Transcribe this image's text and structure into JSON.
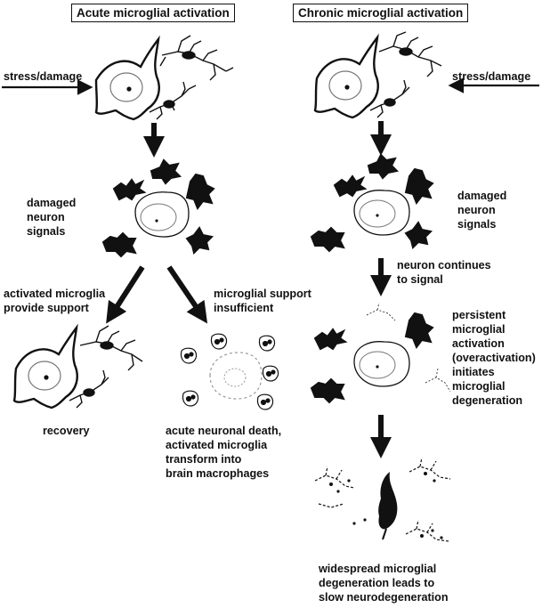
{
  "acute": {
    "title": "Acute microglial activation",
    "stress_label": "stress/damage",
    "damaged_label": "damaged\nneuron\nsignals",
    "support_label": "activated microglia\nprovide support",
    "insufficient_label": "microglial support\ninsufficient",
    "recovery_label": "recovery",
    "death_label": "acute neuronal death,\nactivated microglia\ntransform into\nbrain macrophages"
  },
  "chronic": {
    "title": "Chronic microglial activation",
    "stress_label": "stress/damage",
    "damaged_label": "damaged\nneuron\nsignals",
    "continues_label": "neuron continues\nto signal",
    "persistent_label": "persistent\nmicroglial\nactivation\n(overactivation)\ninitiates\nmicroglial\ndegeneration",
    "widespread_label": "widespread microglial\ndegeneration leads to\nslow neurodegeneration"
  },
  "colors": {
    "ink": "#111111",
    "nucleus_ring": "#777777",
    "dashed": "#999999",
    "background": "#ffffff"
  }
}
